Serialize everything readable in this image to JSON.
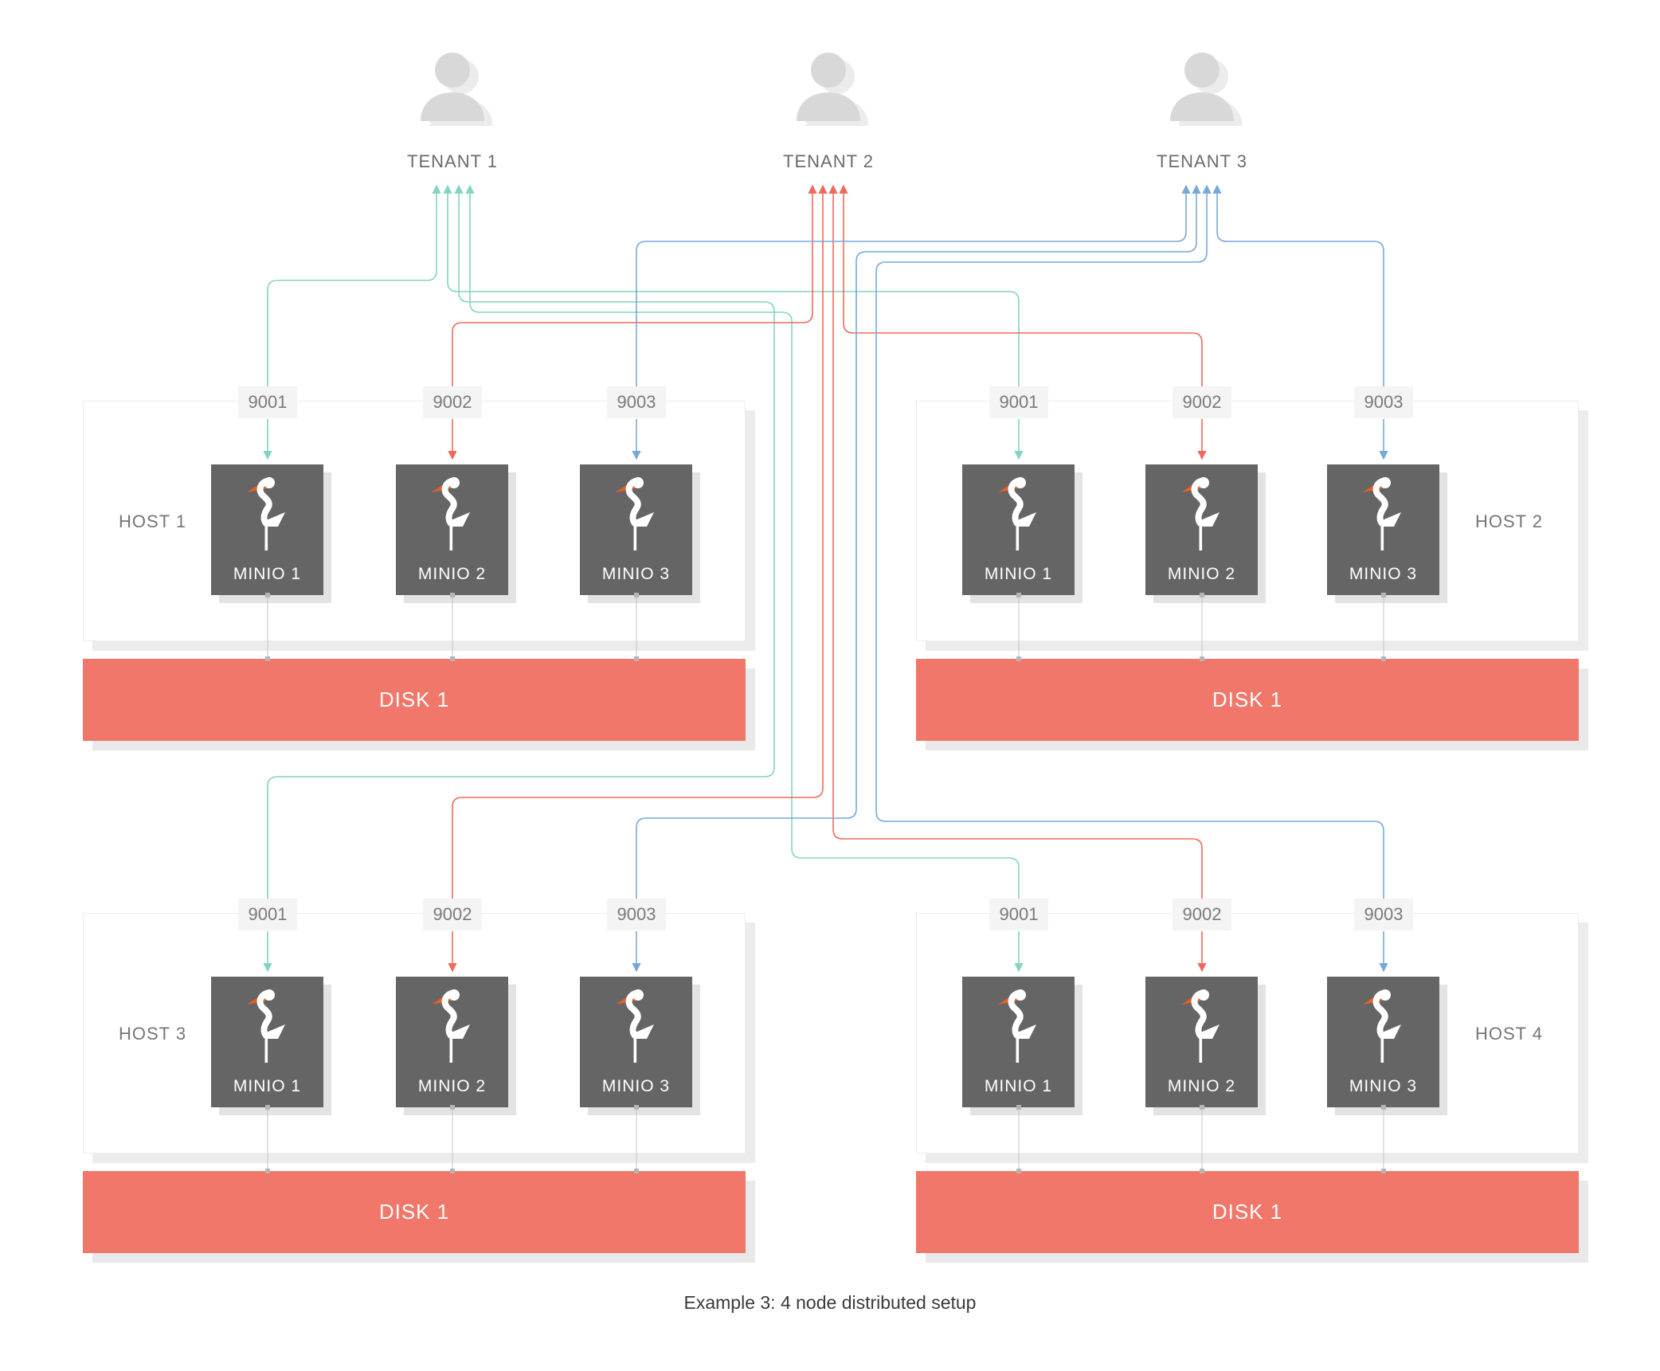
{
  "caption": "Example 3: 4 node distributed setup",
  "tenants": [
    {
      "label": "TENANT 1"
    },
    {
      "label": "TENANT 2"
    },
    {
      "label": "TENANT 3"
    }
  ],
  "hosts": [
    {
      "label": "HOST 1",
      "label_side": "left",
      "ports": [
        "9001",
        "9002",
        "9003"
      ],
      "nodes": [
        "MINIO 1",
        "MINIO 2",
        "MINIO 3"
      ],
      "disk_label": "DISK 1"
    },
    {
      "label": "HOST 2",
      "label_side": "right",
      "ports": [
        "9001",
        "9002",
        "9003"
      ],
      "nodes": [
        "MINIO 1",
        "MINIO 2",
        "MINIO 3"
      ],
      "disk_label": "DISK 1"
    },
    {
      "label": "HOST 3",
      "label_side": "left",
      "ports": [
        "9001",
        "9002",
        "9003"
      ],
      "nodes": [
        "MINIO 1",
        "MINIO 2",
        "MINIO 3"
      ],
      "disk_label": "DISK 1"
    },
    {
      "label": "HOST 4",
      "label_side": "right",
      "ports": [
        "9001",
        "9002",
        "9003"
      ],
      "nodes": [
        "MINIO 1",
        "MINIO 2",
        "MINIO 3"
      ],
      "disk_label": "DISK 1"
    }
  ],
  "icons": {
    "tenant": "person-icon",
    "node": "stork-logo-icon"
  },
  "colors": {
    "tenant1_link": "#84d4c3",
    "tenant2_link": "#ee6a5b",
    "tenant3_link": "#79a8d7",
    "disk": "#f0776a",
    "minio_box": "#656565",
    "stork_beak": "#f05e22"
  }
}
